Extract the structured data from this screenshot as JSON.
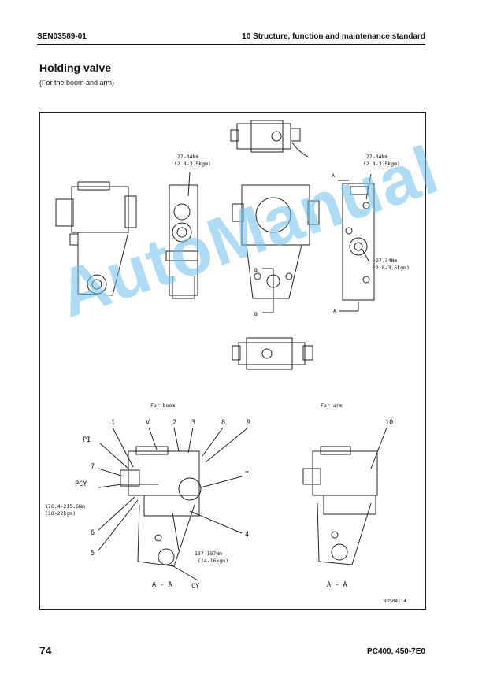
{
  "header": {
    "doc_code": "SEN03589-01",
    "section": "10 Structure, function and maintenance standard"
  },
  "title": "Holding valve",
  "subtitle": "(For the boom and arm)",
  "figure": {
    "torque_top_left": [
      "27-34Nm",
      "(2.8-3.5kgm)"
    ],
    "torque_top_right": [
      "27-34Nm",
      "(2.8-3.5kgm)"
    ],
    "torque_right_mid": [
      "27-34Nm",
      "(2.8-3.5kgm)"
    ],
    "section_a_top": "A",
    "section_a_bottom": "A",
    "section_b_top": "B",
    "section_b_bottom": "B",
    "label_for_boom": "For boom",
    "label_for_arm": "For arm",
    "callouts": {
      "c1": "1",
      "cV": "V",
      "c2": "2",
      "c3": "3",
      "c8": "8",
      "c9": "9",
      "cPI": "PI",
      "c7": "7",
      "cPCY": "PCY",
      "cT": "T",
      "c6": "6",
      "c5": "5",
      "c4": "4",
      "c10": "10",
      "cCY": "CY"
    },
    "torque_boom_left": [
      "176.4-215.6Nm",
      "(18-22kgm)"
    ],
    "torque_boom_bottom": [
      "137-157Nm",
      "(14-16kgm)"
    ],
    "section_aa_left": "A - A",
    "section_aa_right": "A - A",
    "figure_code": "9JS04114"
  },
  "watermark": "AutoManual",
  "footer": {
    "page_number": "74",
    "model": "PC400, 450-7E0"
  }
}
